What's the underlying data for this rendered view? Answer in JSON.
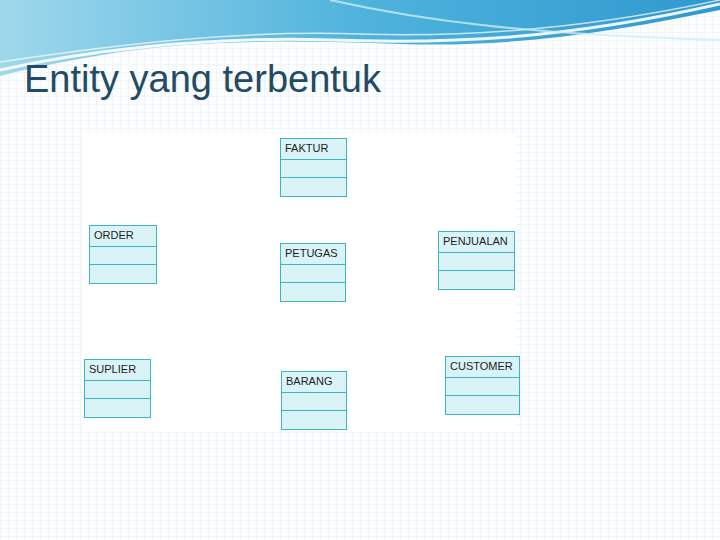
{
  "diagram": {
    "title": "Entity yang terbentuk",
    "nodes": [
      {
        "text": [
          "FAKTUR"
        ]
      },
      {
        "text": [
          "ORDER"
        ]
      },
      {
        "text": [
          "PETUGAS"
        ]
      },
      {
        "text": [
          "PENJUALAN"
        ]
      },
      {
        "text": [
          "SUPLIER"
        ]
      },
      {
        "text": [
          "BARANG"
        ]
      },
      {
        "text": [
          "CUSTOMER"
        ]
      }
    ]
  }
}
